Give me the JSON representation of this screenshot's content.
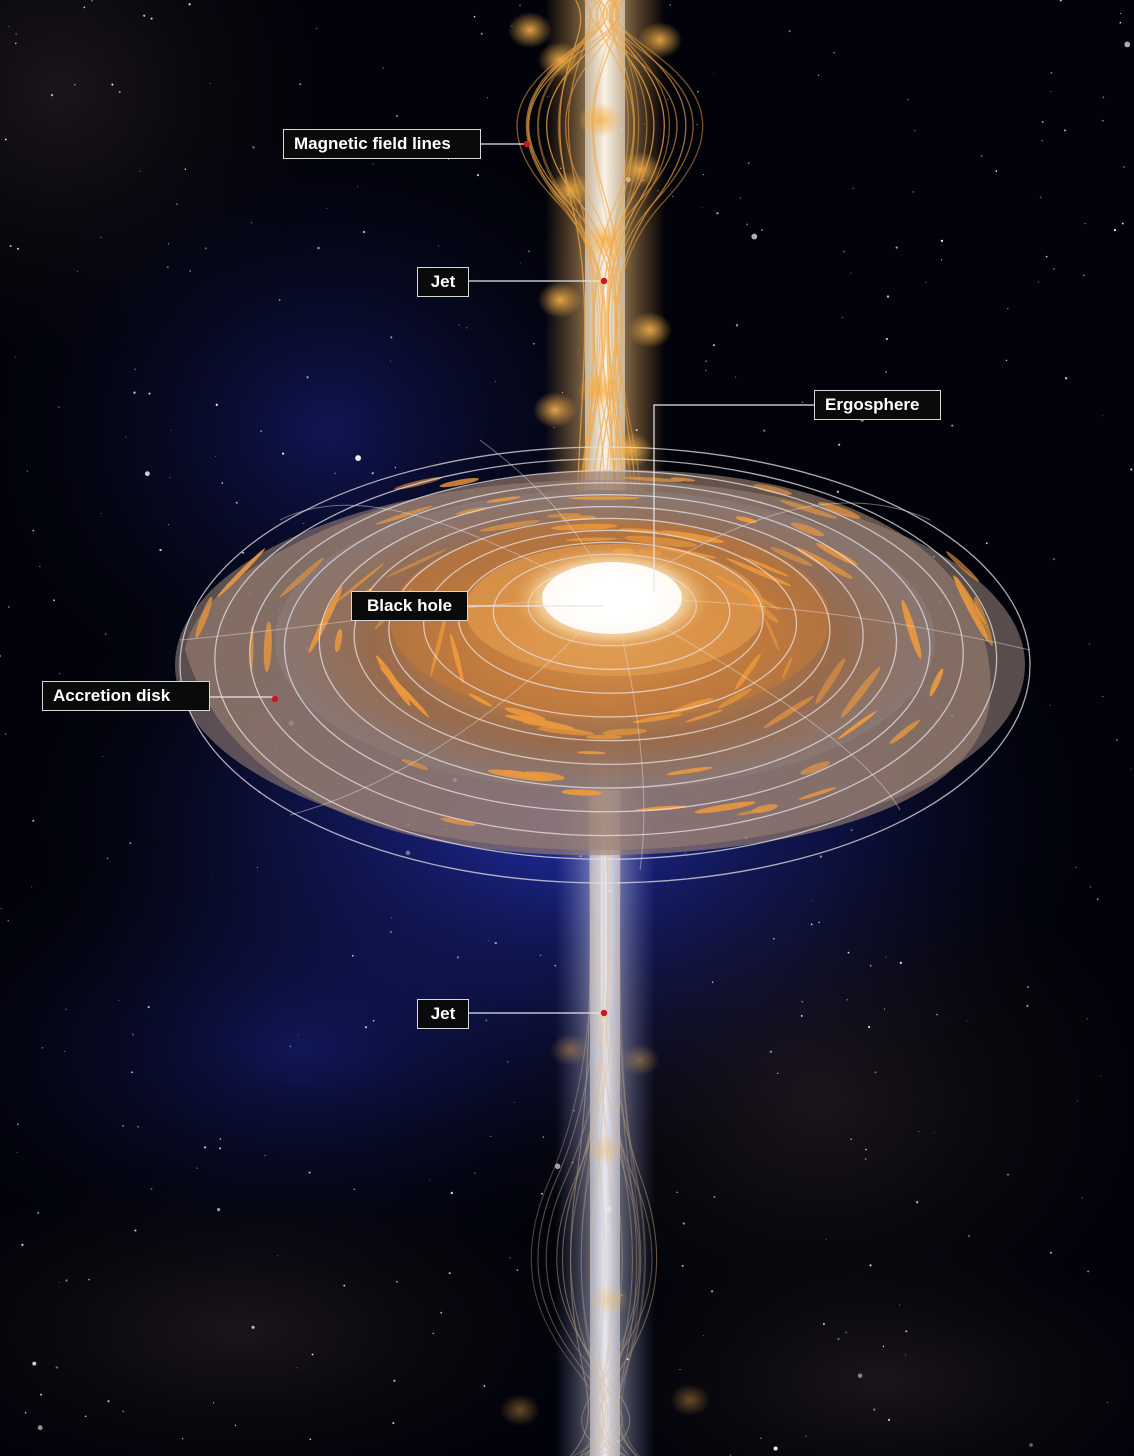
{
  "labels": {
    "magnetic_field_lines": "Magnetic field lines",
    "jet_top": "Jet",
    "ergosphere": "Ergosphere",
    "black_hole": "Black hole",
    "accretion_disk": "Accretion disk",
    "jet_bottom": "Jet"
  },
  "colors": {
    "space": "#02030a",
    "nebula_blue": "#1a2a9a",
    "disk_orange": "#d98a3a",
    "disk_light": "#a89080",
    "jet_glow": "#f3e6c8",
    "marker_red": "#d0141e",
    "label_bg": "#0a0a0a",
    "label_border": "#d8d8d8",
    "leader_line": "#e6e6e6"
  }
}
